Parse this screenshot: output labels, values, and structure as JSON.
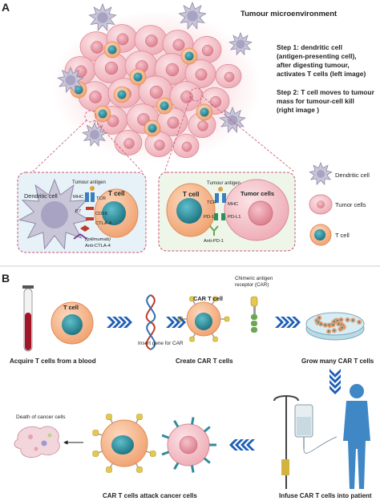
{
  "panel_a": {
    "letter": "A",
    "title": "Tumour microenvironment",
    "steps": {
      "step1": [
        "Step 1: dendritic cell",
        "(antigen-presenting cell),",
        "after digesting tumour,",
        "activates T cells (left image)"
      ],
      "step2": [
        "Step 2: T cell moves to tumour",
        "mass for tumour-cell kill",
        "(right image )"
      ]
    },
    "left_box": {
      "dendritic_label": "Dendritic cell",
      "tumour_antigen": "Tumour antigen",
      "t_cell": "T cell",
      "mhc": "MHC",
      "tcr": "TCR",
      "b7": "B7",
      "cd28": "CD28",
      "ctla4": "CTLA-4",
      "drug": "(Ipilimumab)",
      "anti": "Anti-CTLA-4"
    },
    "right_box": {
      "tumour_antigen": "Tumour antigen",
      "t_cell": "T cell",
      "tumor_cells": "Tumor cells",
      "tcr": "TCR",
      "mhc": "MHC",
      "pd1": "PD-1",
      "pdl1": "PD-L1",
      "anti": "Anti-PD-1"
    },
    "legend": {
      "dendritic": "Dendritic cell",
      "tumor": "Tumor cells",
      "tcell": "T cell"
    }
  },
  "panel_b": {
    "letter": "B",
    "t_cell": "T cell",
    "insert_gene": "Insert gene for CAR",
    "car_t_cell": "CAR T cell",
    "car_receptor": [
      "Chimeric antigen",
      "receptor (CAR)"
    ],
    "acquire": "Acquire T cells from a blood",
    "create": "Create CAR T cells",
    "grow": "Grow many CAR T cells",
    "death": "Death of cancer cells",
    "attack": "CAR T cells attack cancer cells",
    "infuse": "Infuse CAR T cells into patient"
  },
  "colors": {
    "tumor_fill": "#f3c6cc",
    "tumor_edge": "#d98a96",
    "tumor_nucleus": "#e79aa6",
    "tcell_fill": "#f5b890",
    "tcell_nucleus": "#2e8b9a",
    "dendritic": "#c9c6d8",
    "arrow_blue": "#1f5fb5",
    "dashed_pink": "#c9506e"
  }
}
